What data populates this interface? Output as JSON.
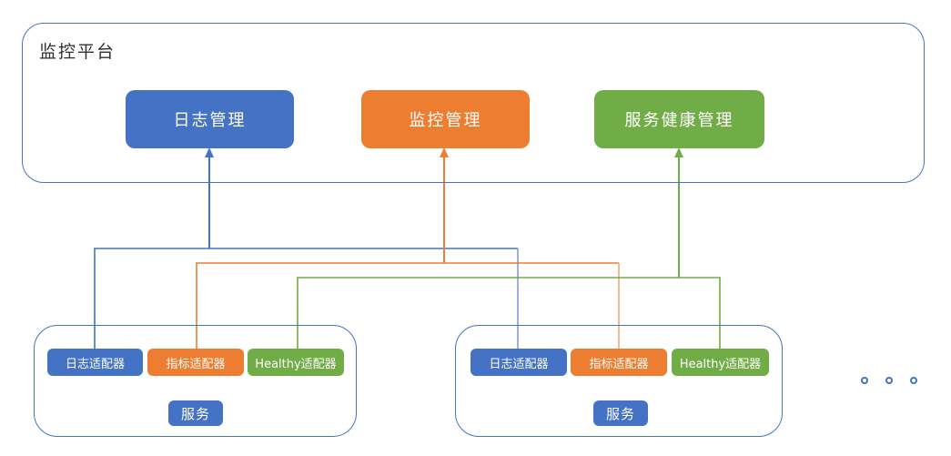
{
  "platform": {
    "title": "监控平台",
    "modules": [
      {
        "id": "log-management",
        "label": "日志管理",
        "color": "#4472C4"
      },
      {
        "id": "monitor-management",
        "label": "监控管理",
        "color": "#ED7D31"
      },
      {
        "id": "service-health-management",
        "label": "服务健康管理",
        "color": "#70AD47"
      }
    ]
  },
  "service_groups": [
    {
      "adapters": [
        {
          "id": "log-adapter",
          "label": "日志适配器",
          "color": "#4472C4"
        },
        {
          "id": "metric-adapter",
          "label": "指标适配器",
          "color": "#ED7D31"
        },
        {
          "id": "healthy-adapter",
          "label": "Healthy适配器",
          "color": "#70AD47"
        }
      ],
      "service": {
        "label": "服务",
        "color": "#4472C4"
      }
    },
    {
      "adapters": [
        {
          "id": "log-adapter",
          "label": "日志适配器",
          "color": "#4472C4"
        },
        {
          "id": "metric-adapter",
          "label": "指标适配器",
          "color": "#ED7D31"
        },
        {
          "id": "healthy-adapter",
          "label": "Healthy适配器",
          "color": "#70AD47"
        }
      ],
      "service": {
        "label": "服务",
        "color": "#4472C4"
      }
    }
  ],
  "colors": {
    "blue": "#4472C4",
    "orange": "#ED7D31",
    "green": "#70AD47",
    "blue_light": "#8FAADC",
    "orange_light": "#F4B183",
    "frame_border": "#4472C4",
    "title_text": "#2e2e2e",
    "background": "#ffffff"
  }
}
